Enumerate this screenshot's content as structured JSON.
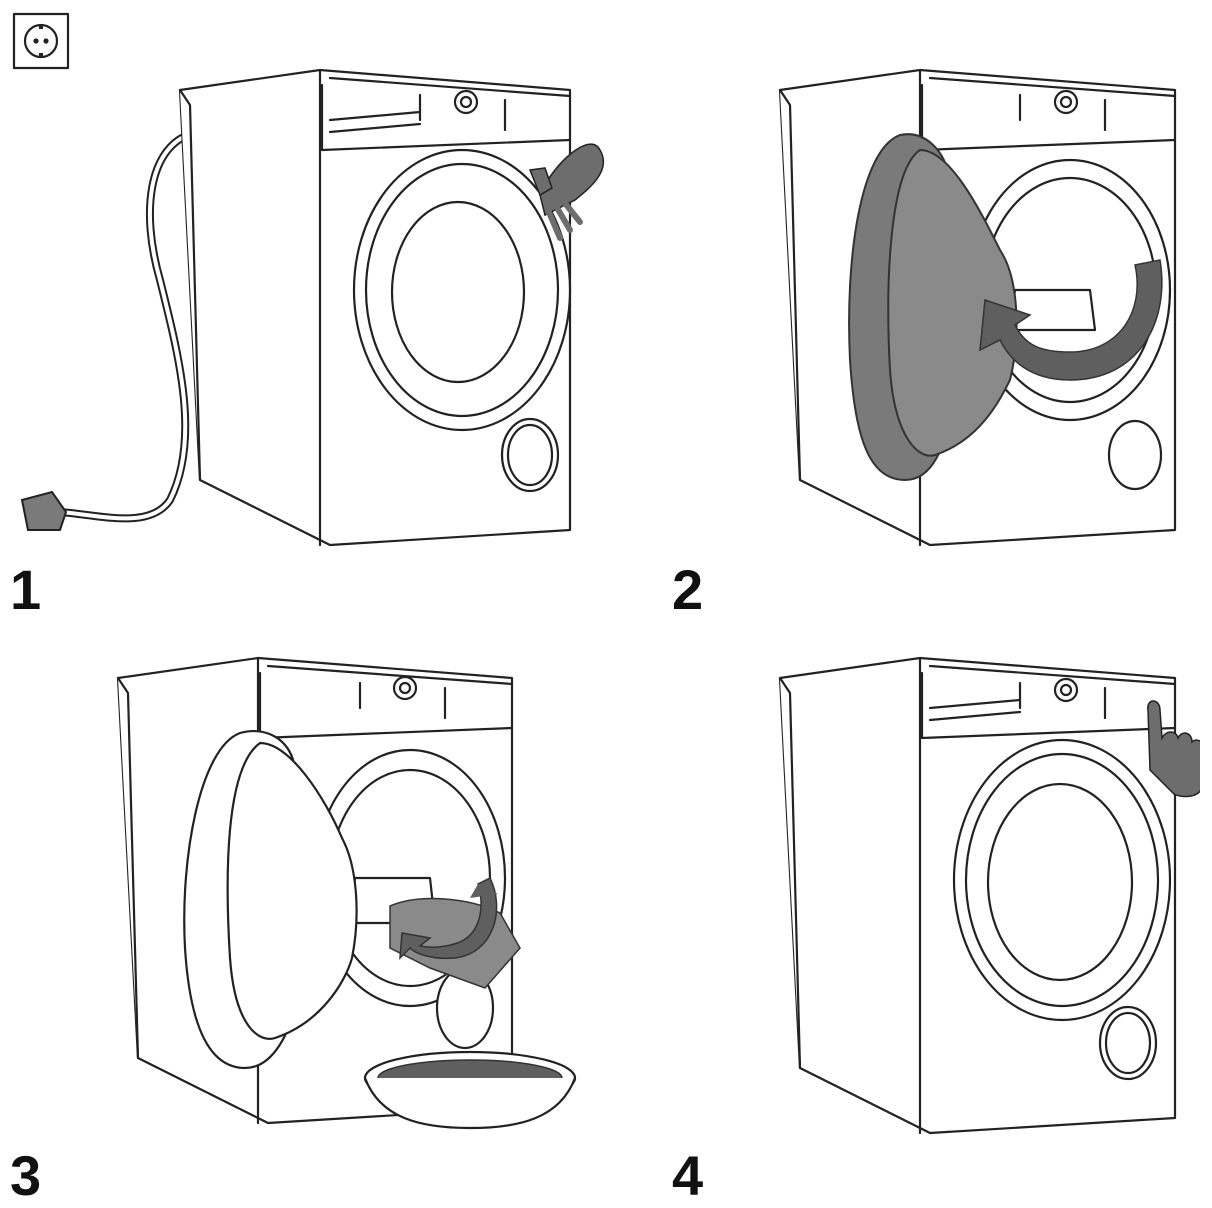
{
  "colors": {
    "line": "#222222",
    "shade": "#7a7a7a",
    "shade_dark": "#5f5f5f",
    "background": "#ffffff"
  },
  "icons": {
    "top_left": "power-socket-icon"
  },
  "steps": [
    {
      "number": "1",
      "icon": "hand-press-icon"
    },
    {
      "number": "2",
      "icon": "curved-arrow-icon"
    },
    {
      "number": "3",
      "icon": "curved-arrow-icon"
    },
    {
      "number": "4",
      "icon": "finger-press-icon"
    }
  ]
}
